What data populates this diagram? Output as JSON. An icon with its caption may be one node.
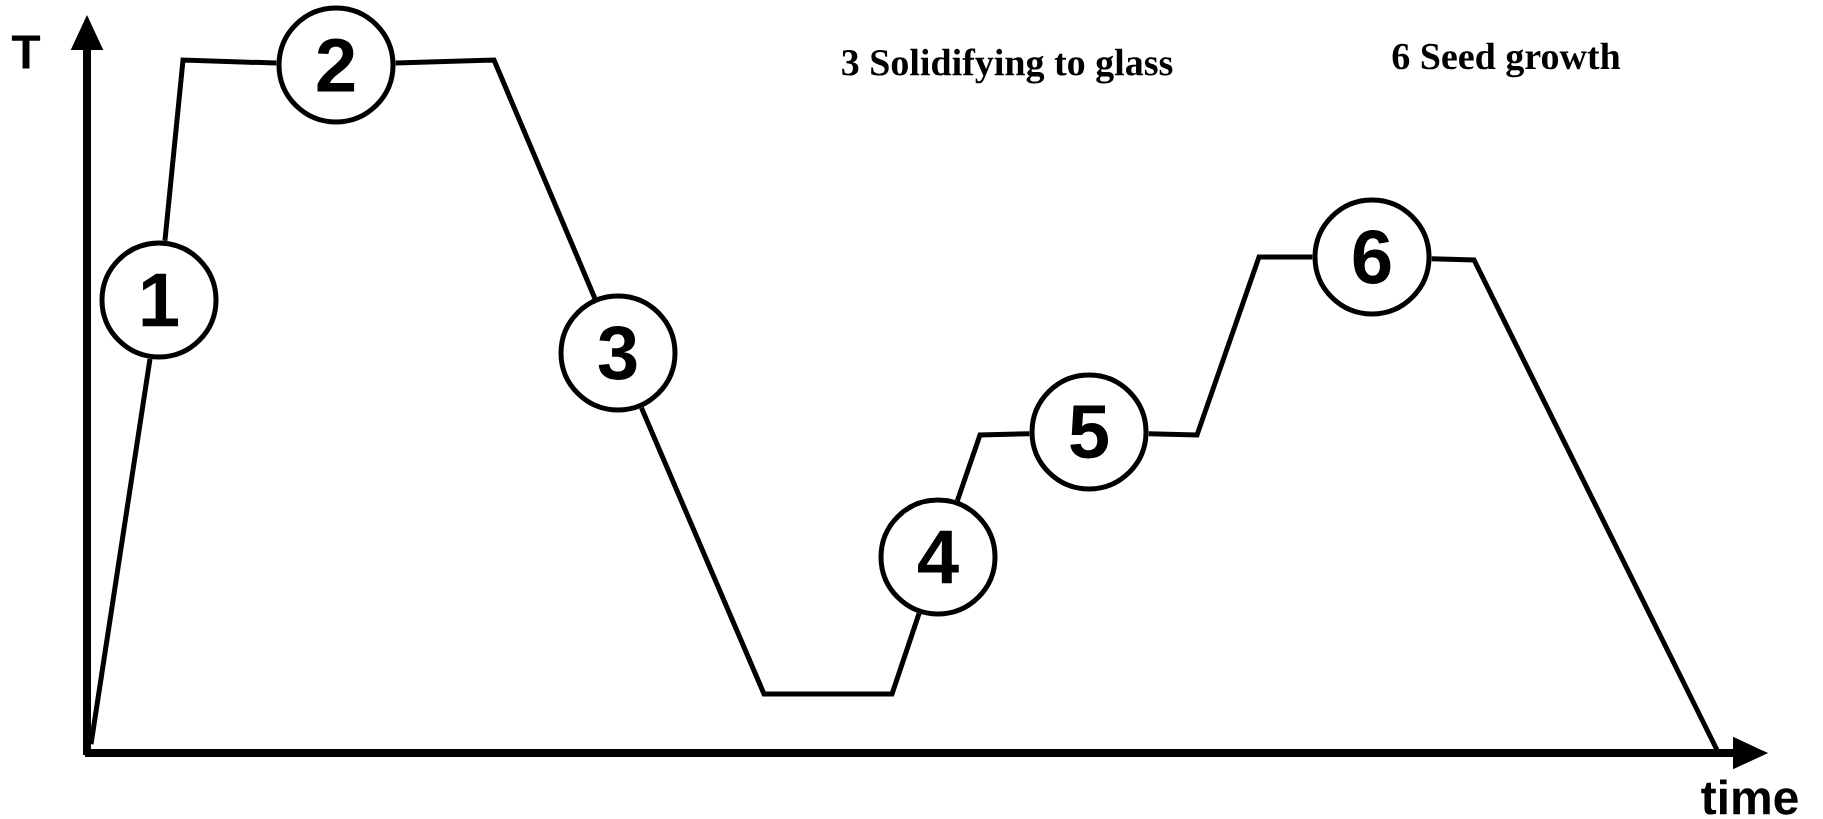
{
  "diagram": {
    "nodes": [
      {
        "text": [
          "1"
        ]
      },
      {
        "text": [
          "2"
        ]
      },
      {
        "text": [
          "3"
        ]
      },
      {
        "text": [
          "4"
        ]
      },
      {
        "text": [
          "5"
        ]
      },
      {
        "text": [
          "6"
        ]
      }
    ],
    "edges": [
      {
        "from": null,
        "to": 0,
        "arrow": "none"
      },
      {
        "from": 0,
        "to": 1,
        "arrow": "none"
      },
      {
        "from": 1,
        "to": 2,
        "arrow": "none"
      },
      {
        "from": 2,
        "to": 3,
        "arrow": "none"
      },
      {
        "from": 3,
        "to": 4,
        "arrow": "none"
      },
      {
        "from": 4,
        "to": 5,
        "arrow": "none"
      },
      {
        "from": 5,
        "to": null,
        "arrow": "none"
      }
    ],
    "labels": [
      "T",
      "3 Solidifying to glass",
      "6 Seed growth",
      "time"
    ]
  }
}
